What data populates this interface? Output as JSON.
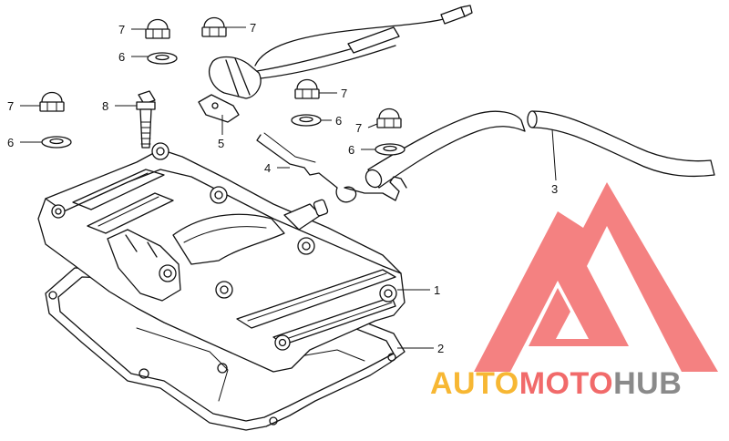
{
  "callouts": [
    {
      "id": "c1",
      "number": "1"
    },
    {
      "id": "c2",
      "number": "2"
    },
    {
      "id": "c3",
      "number": "3"
    },
    {
      "id": "c4",
      "number": "4"
    },
    {
      "id": "c5",
      "number": "5"
    },
    {
      "id": "c6a",
      "number": "6"
    },
    {
      "id": "c6b",
      "number": "6"
    },
    {
      "id": "c6c",
      "number": "6"
    },
    {
      "id": "c6d",
      "number": "6"
    },
    {
      "id": "c7a",
      "number": "7"
    },
    {
      "id": "c7b",
      "number": "7"
    },
    {
      "id": "c7c",
      "number": "7"
    },
    {
      "id": "c7d",
      "number": "7"
    },
    {
      "id": "c7e",
      "number": "7"
    },
    {
      "id": "c8",
      "number": "8"
    }
  ],
  "watermark": {
    "word_part1": "AUTO",
    "word_part2": "MOTO",
    "word_part3": "HUB",
    "color_orange": "#f7b733",
    "color_red": "#f16a6a",
    "color_gray": "#8a8a8a",
    "triangle_color": "#f26b6b"
  }
}
